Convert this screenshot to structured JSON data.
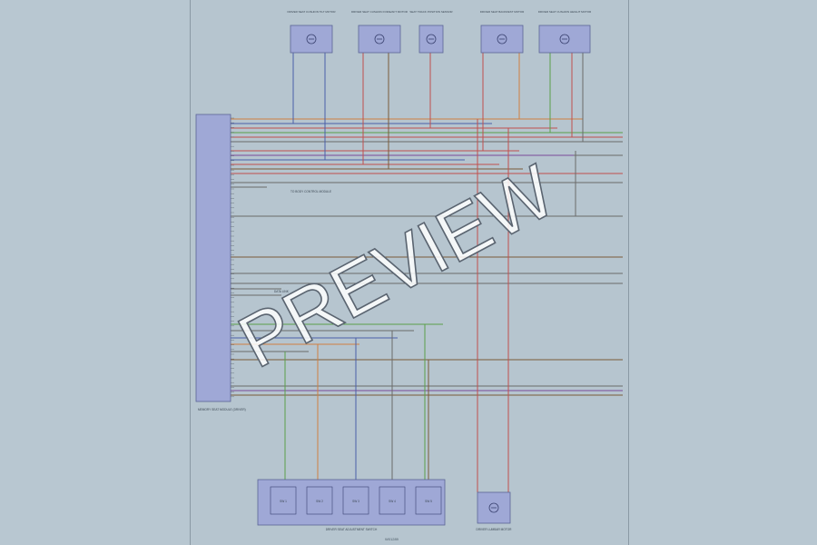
{
  "diagram": {
    "page_code": "W01289",
    "watermark": "PREVIEW",
    "colors": {
      "page": "#b6c5cf",
      "module_fill": "#9fa8d6",
      "module_stroke": "#5a6494",
      "wire_blue": "#4a5fa8",
      "wire_red": "#c0504d",
      "wire_green": "#5aa04a",
      "wire_gray": "#6a6a6a",
      "wire_brown": "#7a5a3a",
      "wire_orange": "#d08040",
      "wire_violet": "#7a4a9a"
    },
    "top_components": [
      {
        "id": "m1",
        "label": "DRIVER SEAT CUSHION TILT MOTOR"
      },
      {
        "id": "m2",
        "label": "DRIVER SEAT CUSHION FORE/AFT MOTOR"
      },
      {
        "id": "m3",
        "label": "SEAT TRACK POSITION SENSOR"
      },
      {
        "id": "m4",
        "label": "DRIVER SEAT BACKREST MOTOR"
      },
      {
        "id": "m5",
        "label": "DRIVER SEAT CUSHION HEIGHT MOTOR"
      }
    ],
    "main_module": {
      "label": "MEMORY SEAT MODULE (DRIVER)"
    },
    "bottom_components": [
      {
        "id": "b1",
        "label": "DRIVER SEAT ADJUSTMENT SWITCH"
      },
      {
        "id": "b2",
        "label": "DRIVER LUMBAR MOTOR"
      }
    ],
    "switch_cells": [
      "SW 1",
      "SW 2",
      "SW 3",
      "SW 4",
      "SW 5"
    ],
    "notes": [
      {
        "id": "n1",
        "text": "TO BODY CONTROL MODULE"
      },
      {
        "id": "n2",
        "text": "DATA LINK"
      }
    ]
  }
}
